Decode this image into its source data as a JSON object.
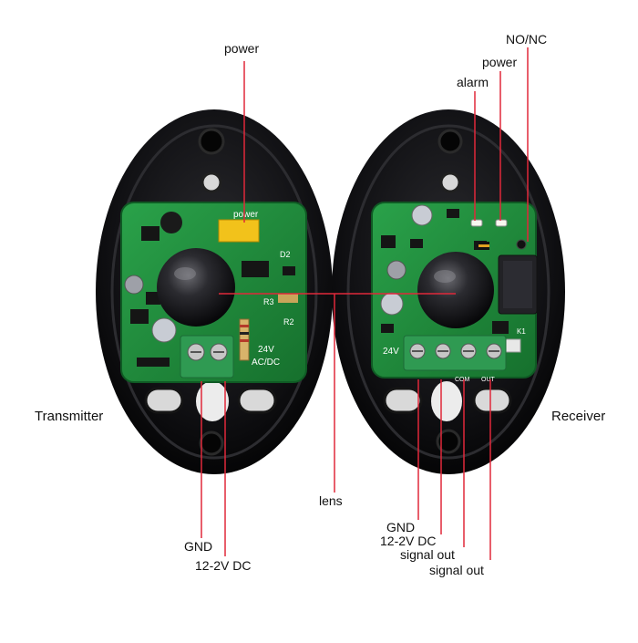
{
  "labels": {
    "power_tx": "power",
    "no_nc": "NO/NC",
    "power_rx": "power",
    "alarm": "alarm",
    "transmitter": "Transmitter",
    "receiver": "Receiver",
    "lens": "lens",
    "gnd_tx": "GND",
    "dc_tx": "12-2V DC",
    "gnd_rx": "GND",
    "dc_rx": "12-2V DC",
    "signal_out_1": "signal out",
    "signal_out_2": "signal out"
  },
  "pcb_text": {
    "tx_power": "power",
    "tx_voltage": "24V",
    "tx_acdc": "AC/DC",
    "tx_d2": "D2",
    "tx_r2": "R2",
    "tx_r3": "R3",
    "rx_voltage": "24V",
    "rx_com": "COM",
    "rx_out": "OUT",
    "rx_k1": "K1"
  },
  "colors": {
    "housing": "#0c0c0e",
    "pcb": "#1f8a3a",
    "terminal": "#2f9a52",
    "leader_line": "#e0283a"
  }
}
